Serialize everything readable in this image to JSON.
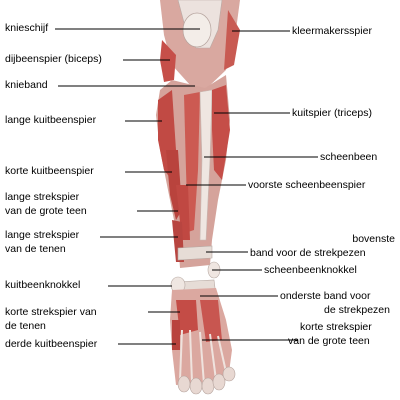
{
  "colors": {
    "muscle": "#c9504a",
    "muscle_dark": "#a8332f",
    "tendon": "#e8dcd8",
    "bone": "#f2ece6",
    "line": "#000000"
  },
  "labels_left": [
    {
      "id": "knieschijf",
      "text": "knieschijf"
    },
    {
      "id": "dijbeenspier",
      "text": "dijbeenspier (biceps)"
    },
    {
      "id": "knieband",
      "text": "knieband"
    },
    {
      "id": "lange-kuitbeenspier",
      "text": "lange kuitbeenspier"
    },
    {
      "id": "korte-kuitbeenspier",
      "text": "korte kuitbeenspier"
    },
    {
      "id": "lange-strekspier-grote-teen",
      "line1": "lange strekspier",
      "line2": "van de grote teen"
    },
    {
      "id": "lange-strekspier-tenen",
      "line1": "lange strekspier",
      "line2": "van de tenen"
    },
    {
      "id": "kuitbeenknokkel",
      "text": "kuitbeenknokkel"
    },
    {
      "id": "korte-strekspier-tenen",
      "line1": "korte strekspier van",
      "line2": "de tenen"
    },
    {
      "id": "derde-kuitbeenspier",
      "text": "derde kuitbeenspier"
    }
  ],
  "labels_right": [
    {
      "id": "kleermakersspier",
      "text": "kleermakersspier"
    },
    {
      "id": "kuitspier",
      "text": "kuitspier (triceps)"
    },
    {
      "id": "scheenbeen",
      "text": "scheenbeen"
    },
    {
      "id": "voorste-scheenbeenspier",
      "text": "voorste scheenbeenspier"
    },
    {
      "id": "bovenste-band",
      "line1": "bovenste",
      "line2": "band voor de strekpezen"
    },
    {
      "id": "scheenbeenknokkel",
      "text": "scheenbeenknokkel"
    },
    {
      "id": "onderste-band",
      "line1": "onderste band voor",
      "line2": "de strekpezen"
    },
    {
      "id": "korte-strekspier-grote-teen",
      "line1": "korte strekspier",
      "line2": "van de grote teen"
    }
  ]
}
